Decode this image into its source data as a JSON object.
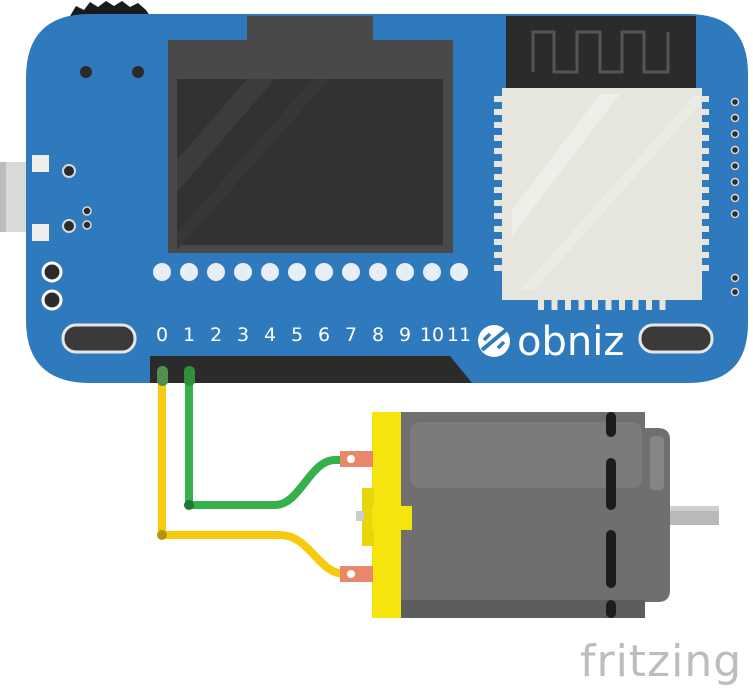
{
  "board": {
    "brand": "obniz",
    "pins": [
      "0",
      "1",
      "2",
      "3",
      "4",
      "5",
      "6",
      "7",
      "8",
      "9",
      "10",
      "11"
    ]
  },
  "watermark": "fritzing",
  "colors": {
    "board": "#2f79bd",
    "board_dark": "#246aa9",
    "screen_frame": "#494949",
    "screen": "#323232",
    "wire_green": "#35b04b",
    "wire_yellow": "#f6cb0d",
    "motor_body": "#6f6f6f",
    "motor_cap": "#f5e50c",
    "terminal": "#e8876b"
  }
}
